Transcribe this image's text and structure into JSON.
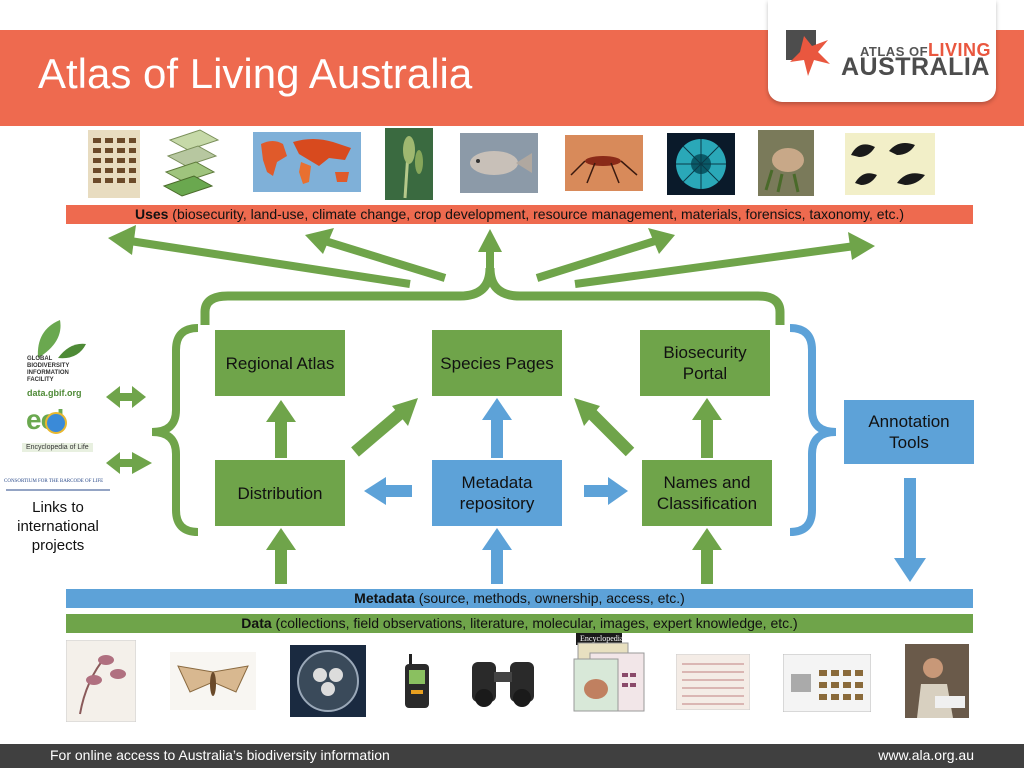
{
  "header": {
    "title": "Atlas of Living Australia",
    "logo": {
      "line1_prefix": "ATLAS OF",
      "line1_highlight": "LIVING",
      "line2": "AUSTRALIA",
      "icon": "ala-star-logo-icon",
      "logo_color": "#e9573f"
    }
  },
  "bands": {
    "uses": {
      "bold": "Uses",
      "rest": " (biosecurity, land-use, climate change, crop development, resource management, materials, forensics, taxonomy, etc.)"
    },
    "metadata": {
      "bold": "Metadata",
      "rest": " (source, methods, ownership, access, etc.)"
    },
    "data": {
      "bold": "Data",
      "rest": " (collections, field observations, literature, molecular, images, expert knowledge, etc.)"
    }
  },
  "nodes": {
    "regional_atlas": "Regional Atlas",
    "species_pages": "Species Pages",
    "biosecurity_portal": "Biosecurity Portal",
    "distribution": "Distribution",
    "metadata_repository": "Metadata repository",
    "names_classification": "Names and Classification",
    "annotation_tools": "Annotation Tools"
  },
  "partners": {
    "gbif_lines": [
      "GLOBAL",
      "BIODIVERSITY",
      "INFORMATION",
      "FACILITY"
    ],
    "gbif_url": "data.gbif.org",
    "eol_logo": "eol",
    "eol_caption": "Encyclopedia of Life",
    "cbol_caption": "CONSORTIUM FOR THE BARCODE OF LIFE",
    "links_label": "Links to international projects"
  },
  "thumbnails": {
    "top": [
      "poster-thumbnail",
      "layers-thumbnail",
      "world-map-thumbnail",
      "wheat-thumbnail",
      "fish-thumbnail",
      "mosquito-thumbnail",
      "diatom-thumbnail",
      "hand-plant-thumbnail",
      "finches-thumbnail"
    ],
    "bottom": [
      "herbarium-thumbnail",
      "moth-thumbnail",
      "petri-dish-thumbnail",
      "gps-thumbnail",
      "binoculars-thumbnail",
      "books-thumbnail",
      "field-notes-thumbnail",
      "specimen-drawer-thumbnail",
      "researcher-thumbnail"
    ],
    "book_label": "Encyclopedia"
  },
  "footer": {
    "left": "For online access to Australia’s biodiversity information",
    "right": "www.ala.org.au"
  },
  "colors": {
    "header": "#ee6a4f",
    "green": "#6fa44a",
    "blue": "#5da2d8",
    "footer": "#404040"
  }
}
